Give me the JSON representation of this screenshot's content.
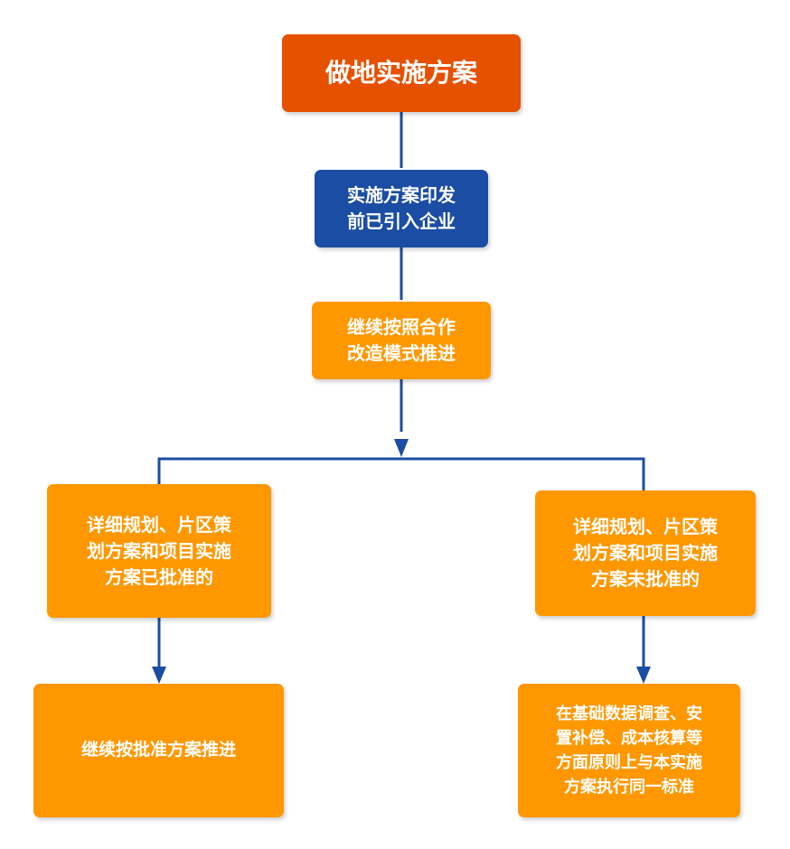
{
  "colors": {
    "root": "#E65100",
    "intro": "#1A4DA3",
    "orange": "#FF9800",
    "connector": "#1A4DA3"
  },
  "nodes": {
    "root": {
      "lines": [
        "做地实施方案"
      ]
    },
    "intro": {
      "lines": [
        "实施方案印发",
        "前已引入企业"
      ]
    },
    "continue": {
      "lines": [
        "继续按照合作",
        "改造模式推进"
      ]
    },
    "approved": {
      "lines": [
        "详细规划、片区策",
        "划方案和项目实施",
        "方案已批准的"
      ]
    },
    "not_approved": {
      "lines": [
        "详细规划、片区策",
        "划方案和项目实施",
        "方案未批准的"
      ]
    },
    "approved_result": {
      "lines": [
        "继续按批准方案推进"
      ]
    },
    "not_approved_result": {
      "lines": [
        "在基础数据调查、安",
        "置补偿、成本核算等",
        "方面原则上与本实施",
        "方案执行同一标准"
      ]
    }
  }
}
